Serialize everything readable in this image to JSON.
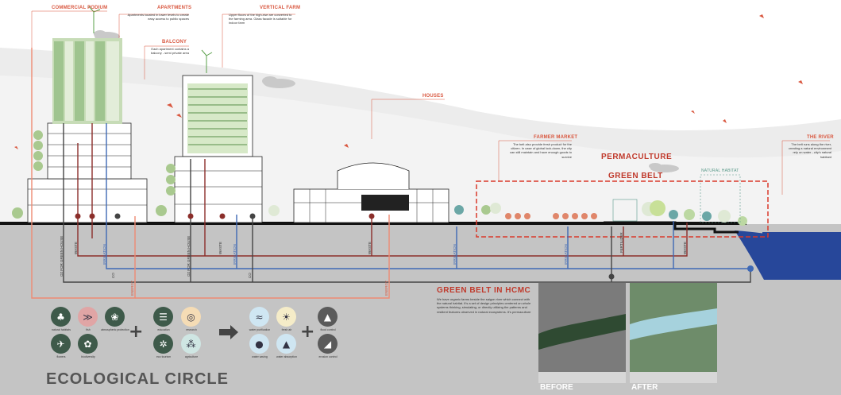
{
  "labels": {
    "commercial_podium": "COMMERCIAL PODIUM",
    "apartments": "APARTMENTS",
    "apartments_desc": "Apartments located in lower levels to create easy access to public spaces",
    "vertical_farm": "VERTICAL FARM",
    "vertical_farm_desc": "Upper floors of the high-rise are converted to the farming area. Glass facade is suitable for indoor farm",
    "balcony": "BALCONY",
    "balcony_desc": "Each apartment contains a balcony - semi private area",
    "houses": "HOUSES",
    "farmer_market": "FARMER MARKET",
    "farmer_market_desc": "The belt also provide fresh product for the citizen. In case of global lock-down, the city can still maintain and have enough goods to survive",
    "permaculture": "PERMACULTURE",
    "green_belt": "GREEN BELT",
    "natural_habitat": "NATURAL HABITAT",
    "the_river": "THE RIVER",
    "the_river_desc": "The belt runs along the river, creating a natural environment rely on water - city's natural habitant"
  },
  "pipes": {
    "waste": "WASTE",
    "irrigation": "IRRIGATION",
    "co2": "CO",
    "o2": "O2 FOR GREEN HOUSE",
    "fertilizer": "FERTILIZER",
    "energy": "ENERGY"
  },
  "green_belt_hcmc": {
    "title": "GREEN BELT IN HCMC",
    "body": "We have organic farms beside the saigon river which connect with the natural habitat. It's a set of design principles centered on whole systems thinking, simulating, or directly utilizing the patterns and resilient features observed in natural ecosystems. It's permaculture"
  },
  "photos": {
    "before": "BEFORE",
    "after": "AFTER"
  },
  "ecological_circle": {
    "title": "ECOLOGICAL CIRCLE",
    "group1": [
      {
        "label": "natural habitats",
        "icon": "tree-icon",
        "color": "#3e5a4a"
      },
      {
        "label": "fish",
        "icon": "fish-icon",
        "color": "#e0a5a5"
      },
      {
        "label": "atmospheric protection",
        "icon": "leaf-icon",
        "color": "#3e5a4a"
      },
      {
        "label": "flowers",
        "icon": "bird-icon",
        "color": "#3e5a4a"
      },
      {
        "label": "biodiversity",
        "icon": "paw-icon",
        "color": "#3e5a4a"
      }
    ],
    "group2": [
      {
        "label": "education",
        "icon": "book-icon",
        "color": "#3e5a4a"
      },
      {
        "label": "research",
        "icon": "magnifier-icon",
        "color": "#f5dcb5"
      },
      {
        "label": "eco tourism",
        "icon": "gears-icon",
        "color": "#3e5a4a"
      },
      {
        "label": "agriculture",
        "icon": "wheat-icon",
        "color": "#cfe6e3"
      }
    ],
    "group3": [
      {
        "label": "water purification",
        "icon": "wave-icon",
        "color": "#cfe6f2"
      },
      {
        "label": "fresh air",
        "icon": "sun-icon",
        "color": "#f5ecc8"
      },
      {
        "label": "water saving",
        "icon": "drop-icon",
        "color": "#cfe6f2"
      },
      {
        "label": "water absorption",
        "icon": "drop-hand-icon",
        "color": "#cfe6f2"
      }
    ],
    "group4": [
      {
        "label": "flood control",
        "icon": "flood-icon",
        "color": "#5a5a5a"
      },
      {
        "label": "erosion control",
        "icon": "erosion-icon",
        "color": "#5a5a5a"
      }
    ]
  },
  "colors": {
    "accent_red": "#d9573f",
    "pipe_red": "#8b2e2a",
    "pipe_blue": "#3f69b5",
    "pipe_salmon": "#ee8a73",
    "ground": "#c4c4c4",
    "river": "#27479a"
  }
}
